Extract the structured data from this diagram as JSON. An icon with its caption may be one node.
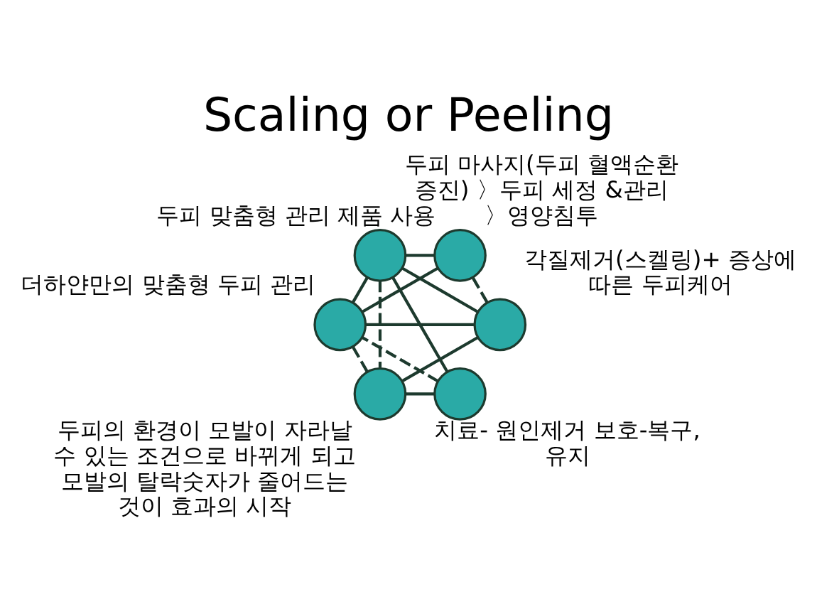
{
  "diagram": {
    "title": "Scaling or Peeling",
    "nodes": [
      {
        "text": [],
        "shape": "circle",
        "beside": [
          "두피 맞춤형 관리 제품 사용"
        ]
      },
      {
        "text": [],
        "shape": "circle",
        "beside": [
          "더하얀만의 맞춤형 두피 관리"
        ]
      },
      {
        "text": [],
        "shape": "circle",
        "beside": [
          "각질제거(스켈링)+ 증상에 따른 두피케어"
        ]
      },
      {
        "text": [],
        "shape": "circle",
        "beside": [
          "두피의 환경이 모발이 자라날 수 있는 조건으로 바뀌게 되고 모발의 탈락숫자가 줄어드는 것이 효과의 시작"
        ]
      },
      {
        "text": [],
        "shape": "circle",
        "beside": [
          "치료- 원인제거 보호-복구, 유지"
        ]
      },
      {
        "text": [],
        "shape": "circle",
        "beside": [
          "두피 마사지(두피 혈액순환 증진) 〉두피 세정 &관리 〉영양침투"
        ]
      }
    ],
    "edges": [
      {
        "from": 0,
        "to": 1,
        "arrow": "none"
      },
      {
        "from": 1,
        "to": 2,
        "arrow": "none"
      },
      {
        "from": 2,
        "to": 3,
        "arrow": "none"
      },
      {
        "from": 3,
        "to": 4,
        "arrow": "none"
      },
      {
        "from": 4,
        "to": 5,
        "arrow": "none"
      },
      {
        "from": 5,
        "to": 0,
        "arrow": "none"
      },
      {
        "from": 5,
        "to": 1,
        "arrow": "none"
      },
      {
        "from": 5,
        "to": 2,
        "arrow": "none"
      },
      {
        "from": 0,
        "to": 2,
        "arrow": "none",
        "style": "dashed"
      },
      {
        "from": 5,
        "to": 3,
        "arrow": "none",
        "style": "dashed"
      },
      {
        "from": 4,
        "to": 1,
        "arrow": "none",
        "style": "dashed"
      },
      {
        "from": 1,
        "to": 3,
        "arrow": "none",
        "style": "dashed"
      }
    ]
  }
}
